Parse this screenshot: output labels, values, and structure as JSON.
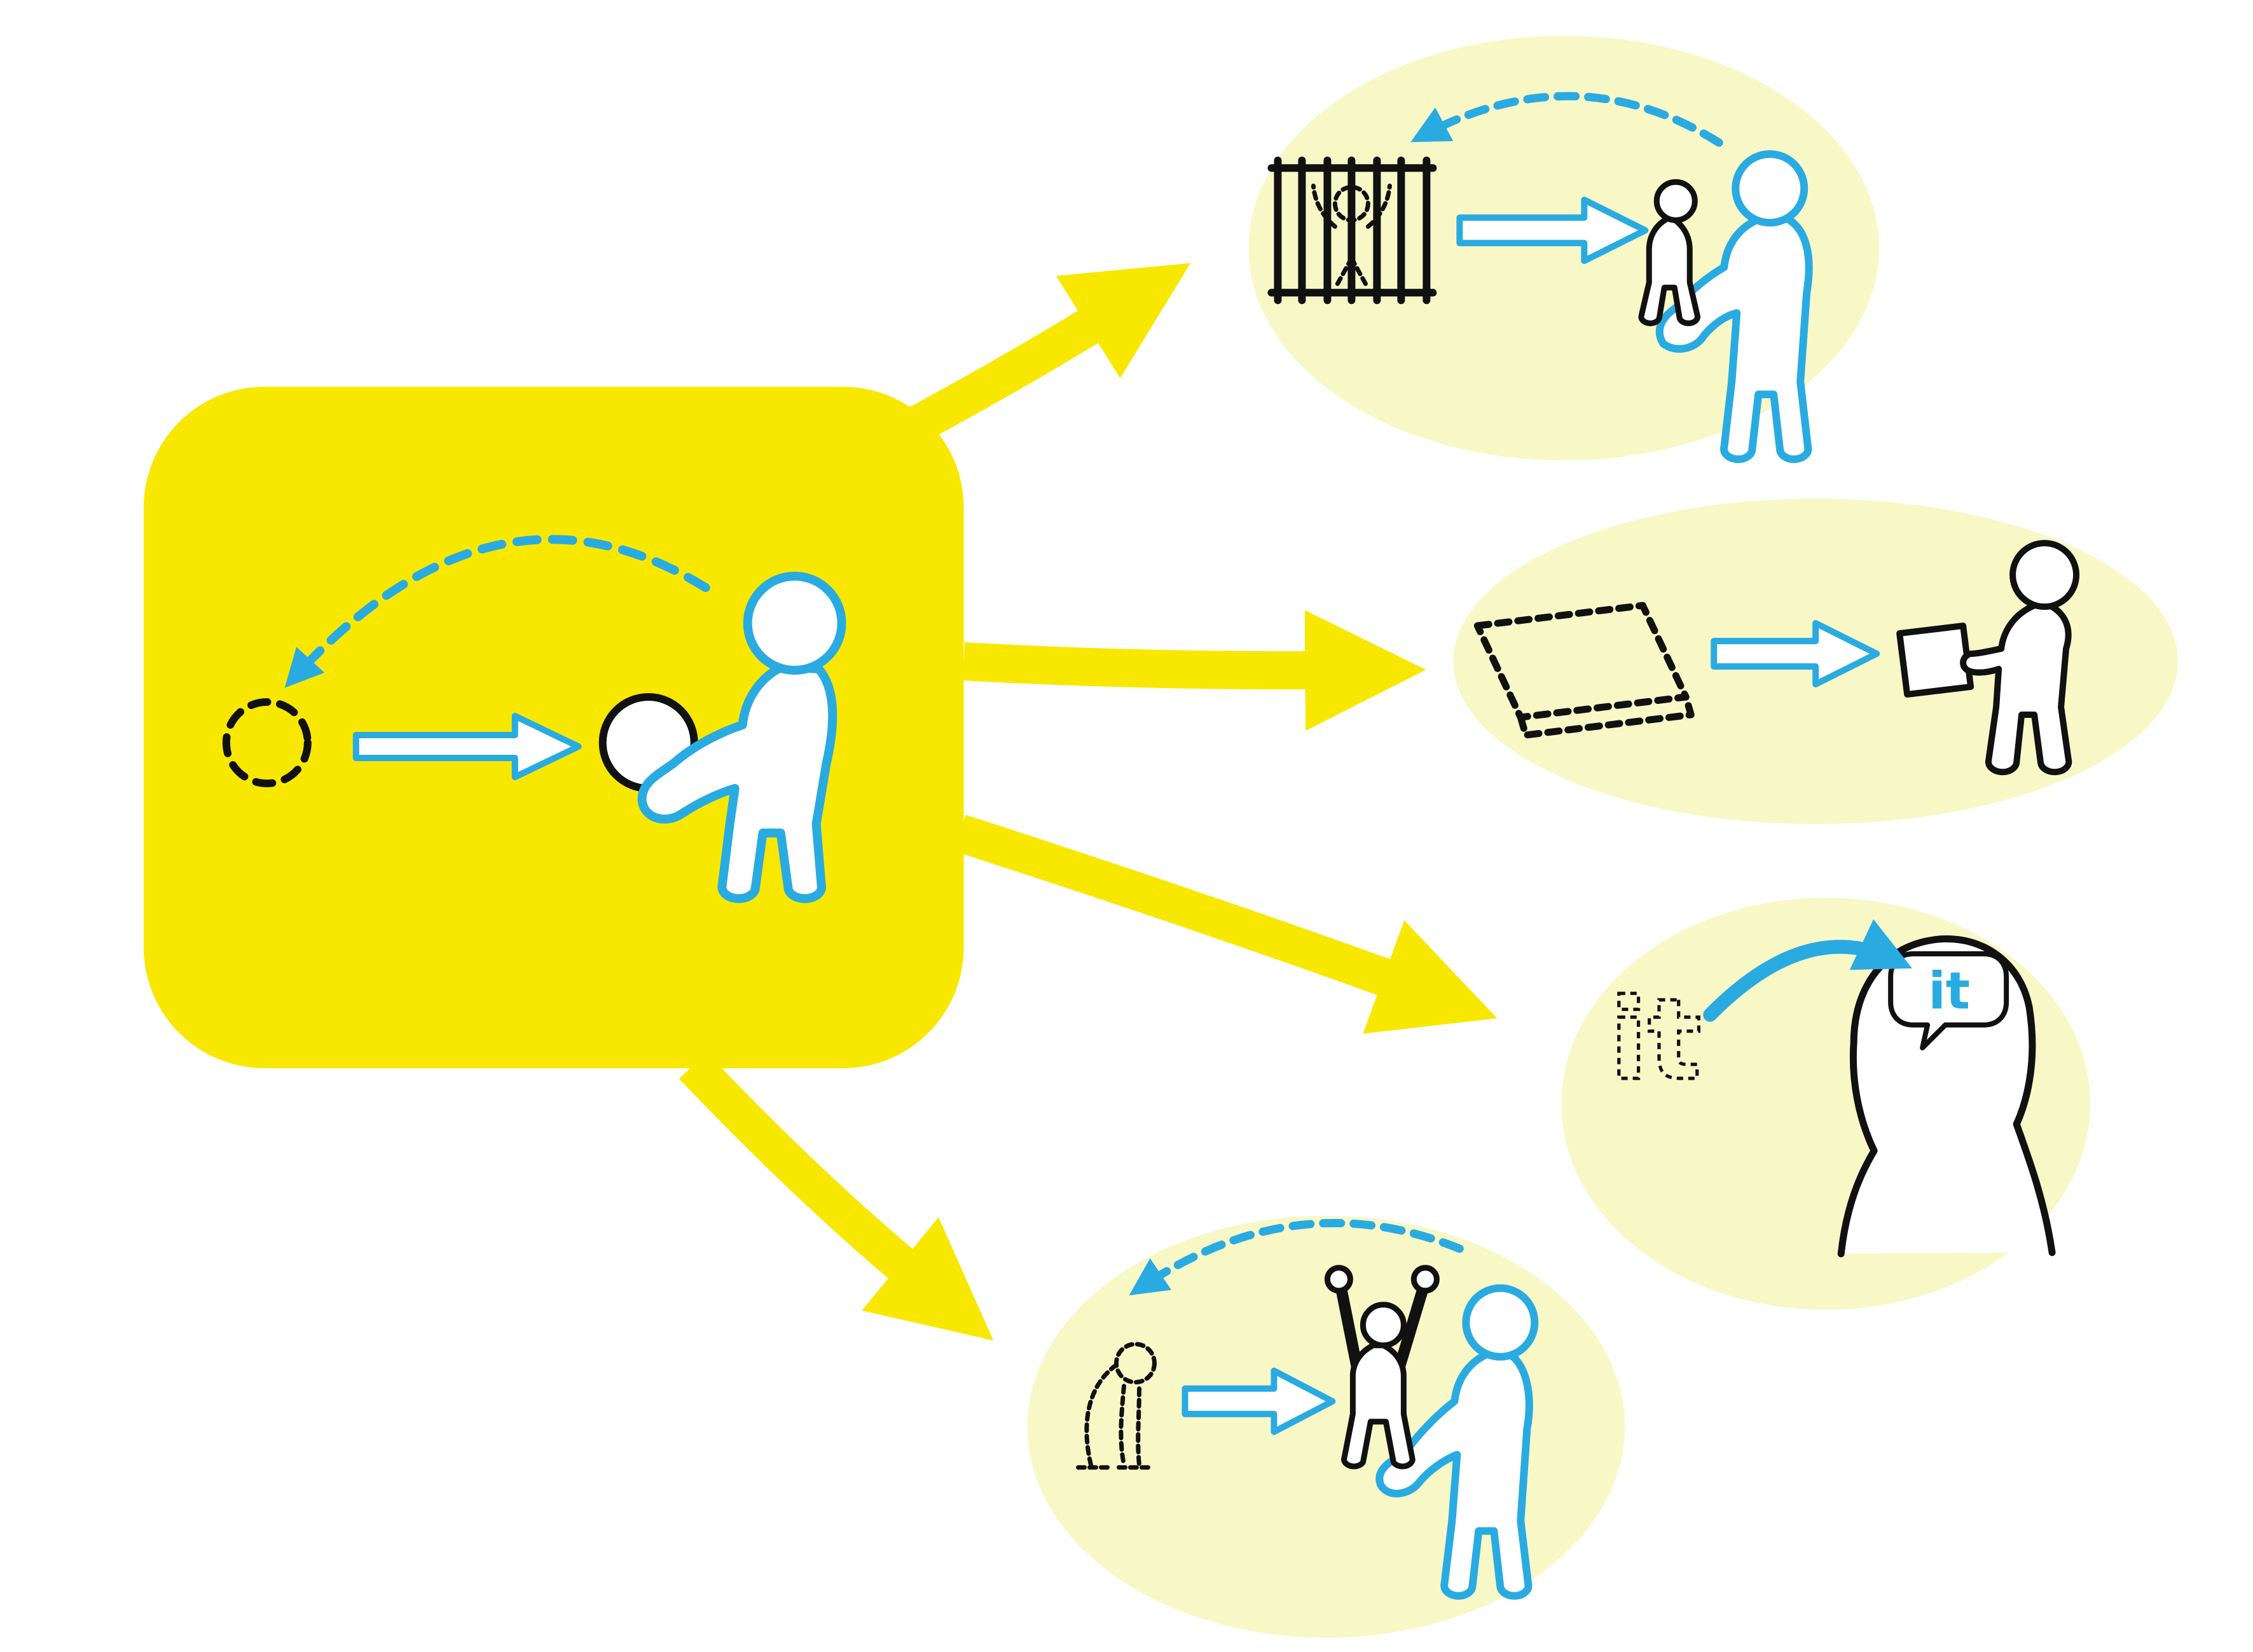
{
  "colors": {
    "bright_yellow": "#F8E800",
    "pale_yellow": "#F8F8C6",
    "blue": "#29ABE2",
    "ink": "#111111",
    "white": "#FFFFFF",
    "background": "#FFFFFF"
  },
  "scenes": {
    "center": {
      "name": "person-receives-ball",
      "icons": [
        "dashed-circle-icon",
        "hollow-arrow-icon",
        "ball-icon",
        "person-holding-ball-icon",
        "dashed-return-arc-icon"
      ]
    },
    "cage": {
      "name": "caged-figure-handed-over",
      "icons": [
        "prison-bars-icon",
        "dashed-captive-figure-icon",
        "hollow-arrow-icon",
        "small-figure-on-hand-icon",
        "giver-figure-icon",
        "dashed-return-arc-icon"
      ]
    },
    "book": {
      "name": "book-handed-over",
      "icons": [
        "dashed-book-icon",
        "hollow-arrow-icon",
        "person-holding-book-icon",
        "book-icon"
      ]
    },
    "it": {
      "name": "word-it-into-head",
      "word_label": "it",
      "bubble_label": "it",
      "icons": [
        "dashed-word-icon",
        "curved-arrow-icon",
        "head-profile-icon",
        "speech-bubble-icon"
      ]
    },
    "cheer": {
      "name": "slumped-figure-becomes-cheering-figure",
      "icons": [
        "dashed-slumped-figure-icon",
        "hollow-arrow-icon",
        "cheering-figure-on-hand-icon",
        "giver-figure-icon",
        "dashed-return-arc-icon"
      ]
    }
  }
}
